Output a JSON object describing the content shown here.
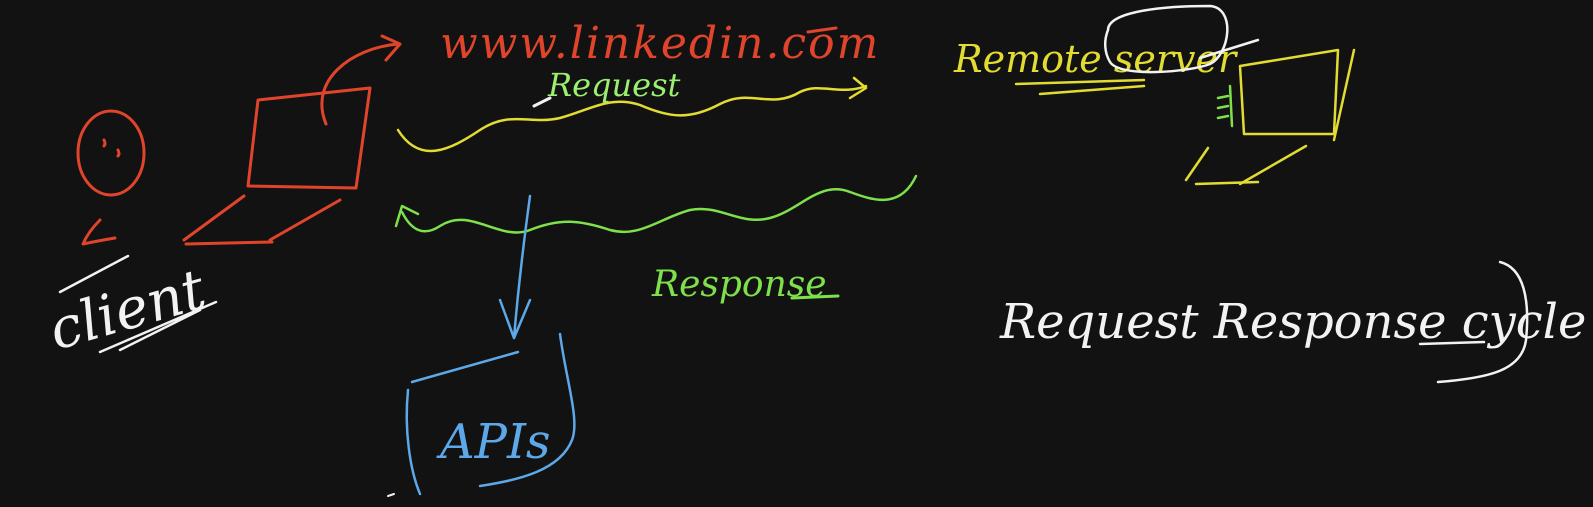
{
  "labels": {
    "url": "www.linkedin.com",
    "request": "Request",
    "remote_server": "Remote server",
    "response": "Response",
    "client": "client",
    "apis": "APIs",
    "cycle": "Request Response cycle"
  },
  "colors": {
    "background": "#121212",
    "client": "#e0452c",
    "server": "#e2dc32",
    "response": "#7ee04a",
    "api": "#5da8e8",
    "annotation": "#f2f2f2"
  }
}
